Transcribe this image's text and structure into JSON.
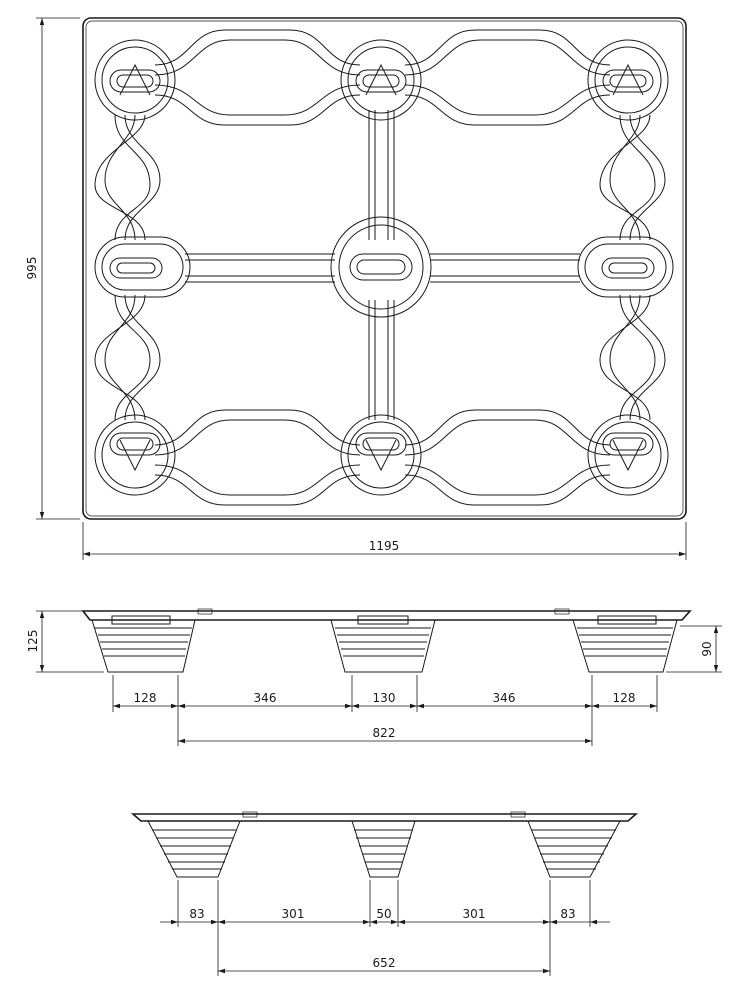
{
  "top_view": {
    "height_label": "995",
    "width_label": "1195"
  },
  "side_view_long": {
    "height_label": "125",
    "block_height_label": "90",
    "segments": [
      "128",
      "346",
      "130",
      "346",
      "128"
    ],
    "overall_label": "822"
  },
  "side_view_short": {
    "segments": [
      "83",
      "301",
      "50",
      "301",
      "83"
    ],
    "overall_label": "652"
  }
}
